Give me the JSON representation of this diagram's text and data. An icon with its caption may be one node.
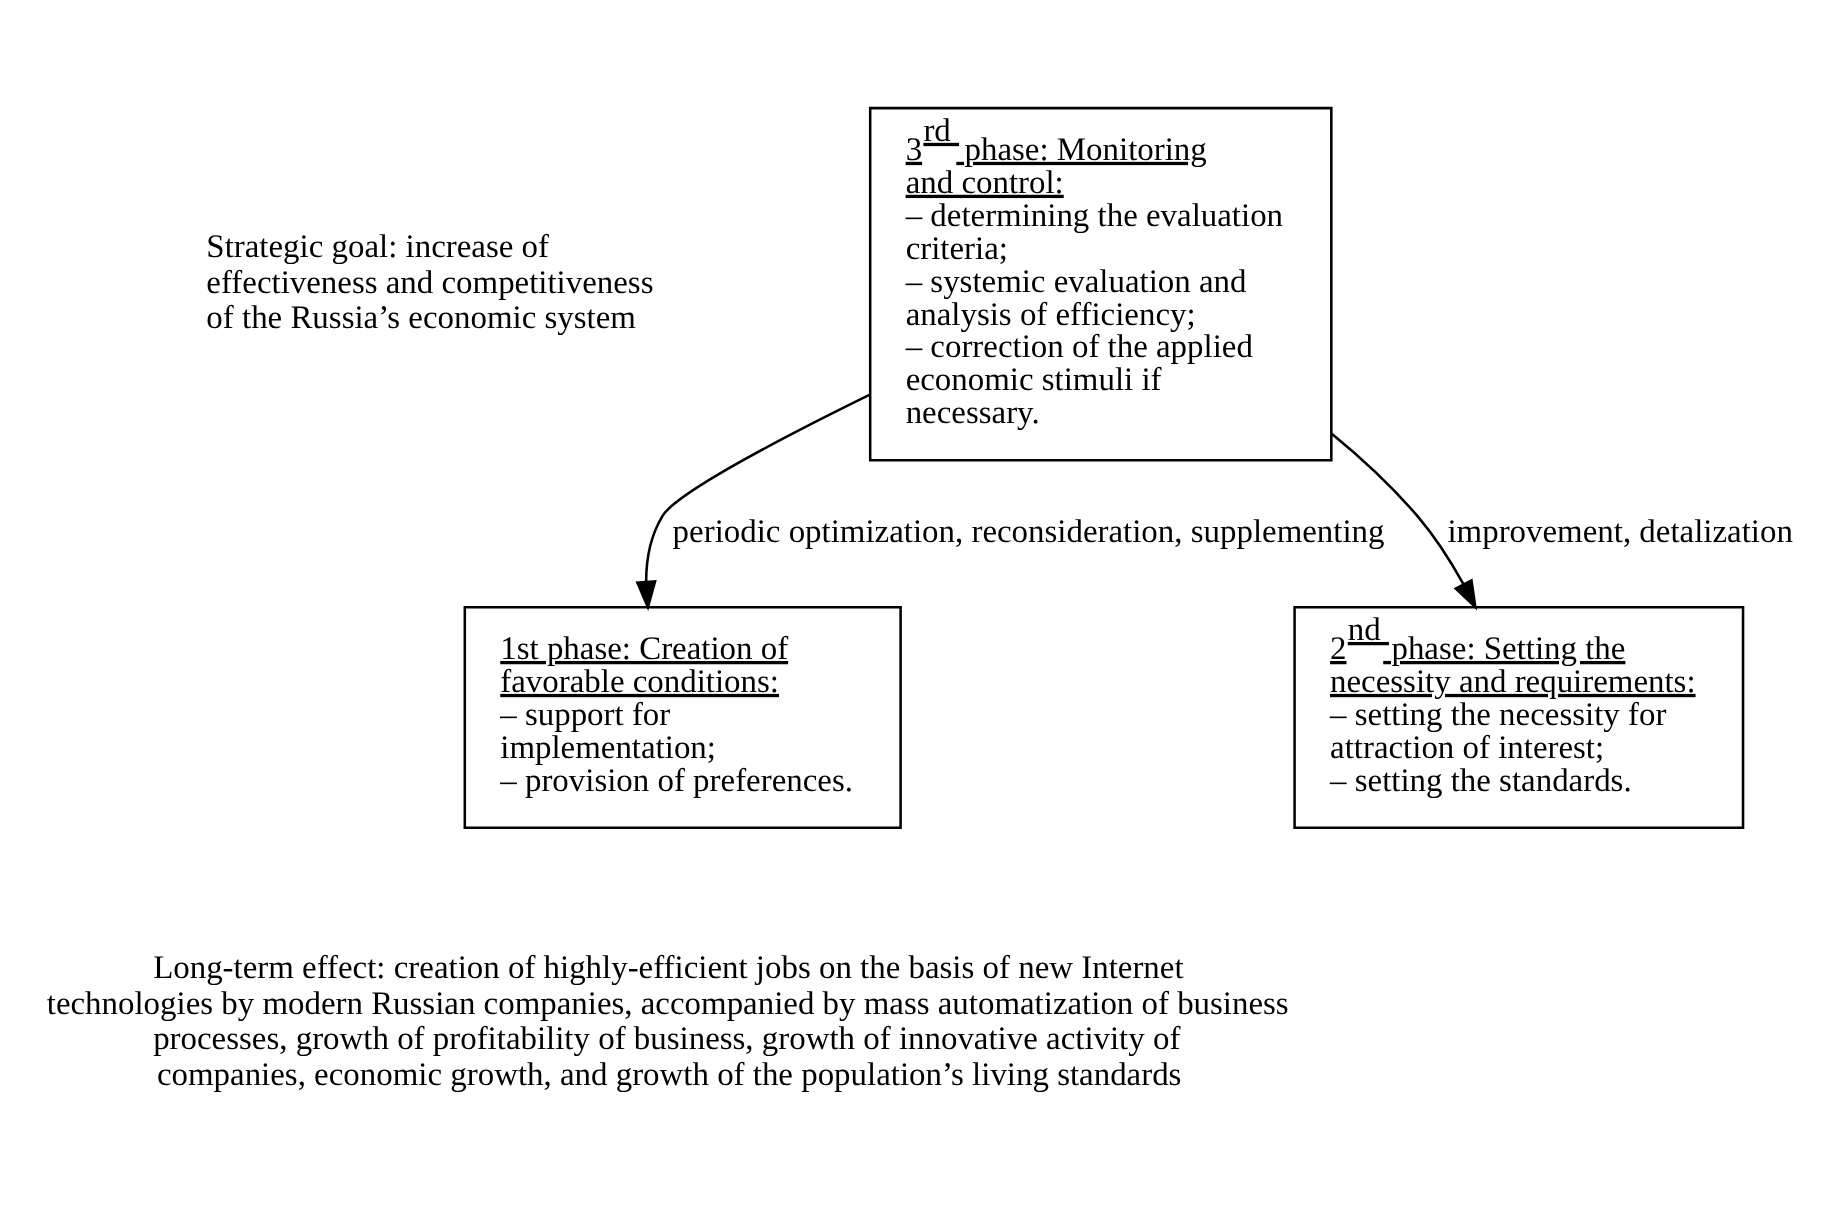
{
  "diagram": {
    "nodes": [
      {
        "text": [
          "Strategic goal: increase of effectiveness and competitiveness of the Russia’s economic system"
        ]
      },
      {
        "text": [
          "1st phase: Creation of favorable conditions:",
          "– support for implementation;",
          "– provision of preferences."
        ]
      },
      {
        "text": [
          "2$^{nd}$ phase: Setting the necessity and requirements:",
          "– setting the necessity for attraction of interest;",
          "– setting the standards."
        ]
      },
      {
        "text": [
          "3$^{rd}$ phase: Monitoring and control:",
          "– determining the evaluation criteria;",
          "– systemic evaluation and analysis of efficiency;",
          "– correction of the applied economic stimuli if necessary."
        ]
      },
      {
        "text": [
          "Long-term effect: creation of highly-efficient jobs on the basis of new Internet technologies by modern Russian companies, accompanied by mass automatization of business processes, growth of profitability of business, growth of innovative activity of companies, economic growth, and growth of the population’s living standards"
        ]
      }
    ],
    "edges": [
      {
        "from": 3,
        "to": 2,
        "arrow": "to",
        "label": "improvement, detalization"
      },
      {
        "from": 3,
        "to": 1,
        "arrow": "to",
        "label": "periodic optimization, reconsideration, supplementing"
      }
    ]
  }
}
